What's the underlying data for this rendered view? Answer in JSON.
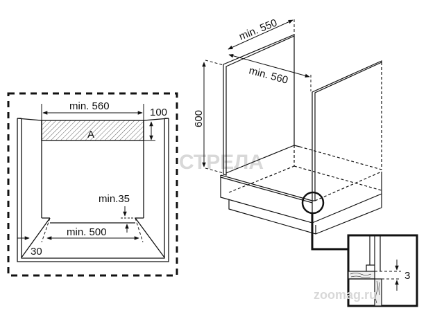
{
  "front_view": {
    "width_label": "min. 560",
    "top_height_label": "100",
    "area_label": "A",
    "gap_label": "min.35",
    "depth_label": "min. 500",
    "side_label": "30"
  },
  "isometric_view": {
    "depth_label": "min. 550",
    "width_label": "min. 560",
    "height_label": "600"
  },
  "detail_inset": {
    "gap_label": "3"
  },
  "watermarks": {
    "left": "СТРЕЛА",
    "bottom": "zoomag.ru"
  }
}
